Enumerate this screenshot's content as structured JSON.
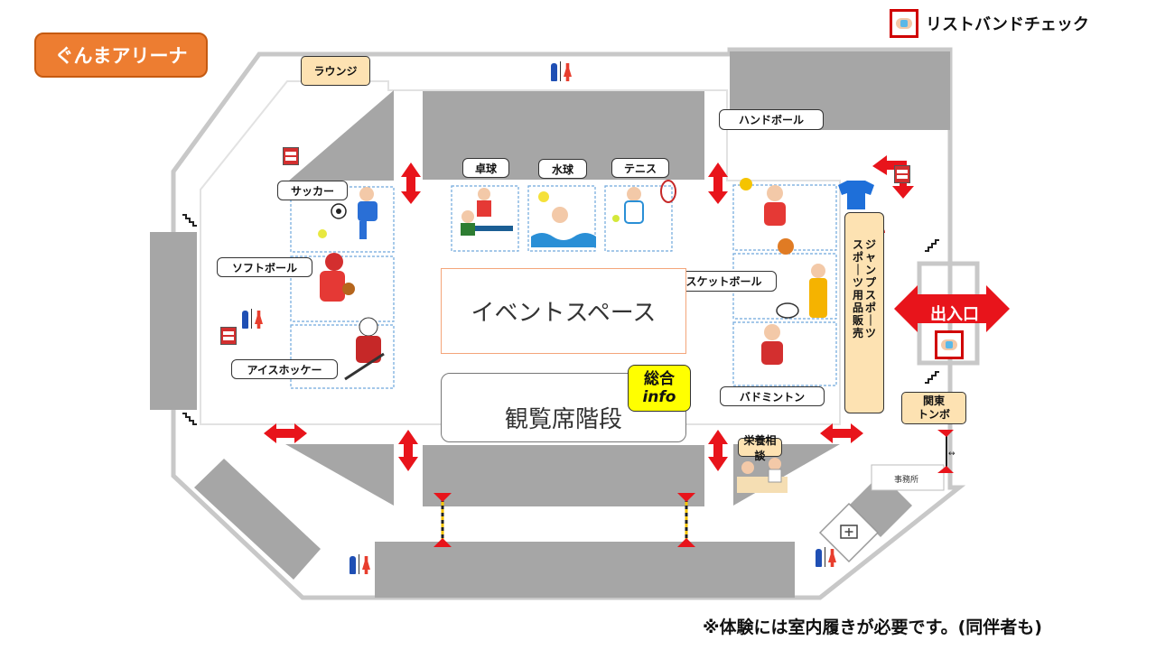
{
  "venue_name": "ぐんまアリーナ",
  "legend": {
    "wristband_label": "リストバンドチェック",
    "icon": "wristband-icon"
  },
  "areas": {
    "lounge": "ラウンジ",
    "handball": "ハンドボール",
    "table_tennis": "卓球",
    "water_polo": "水球",
    "tennis": "テニス",
    "soccer": "サッカー",
    "softball": "ソフトボール",
    "ice_hockey": "アイスホッケー",
    "basketball": "バスケットボール",
    "badminton": "バドミントン",
    "event_space": "イベントスペース",
    "stairs": "観覧席階段",
    "nutrition": "栄養相談",
    "kanto_tonbo_line1": "関東",
    "kanto_tonbo_line2": "トンボ",
    "office": "事務所",
    "exit": "出入口"
  },
  "info": {
    "line1": "総合",
    "line2": "info"
  },
  "jump_sports": {
    "col1": "ジャンプスポーツ",
    "col2": "スポーツ用品販売"
  },
  "note": "※体験には室内履きが必要です。(同伴者も)",
  "colors": {
    "accent": "#ed7d31",
    "arrow": "#e8141b",
    "wall": "#a6a6a6",
    "label_fill": "#fde2b2",
    "info_fill": "#ffff00"
  }
}
